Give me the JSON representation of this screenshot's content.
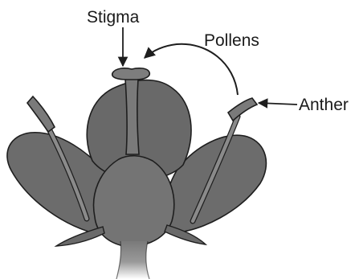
{
  "labels": {
    "stigma": "Stigma",
    "pollens": "Pollens",
    "anther": "Anther"
  },
  "colors": {
    "petal_fill": "#707070",
    "petal_dark": "#5e5e5e",
    "petal_light": "#8a8a8a",
    "outline": "#1e1e1e",
    "text": "#1a1a1a"
  }
}
